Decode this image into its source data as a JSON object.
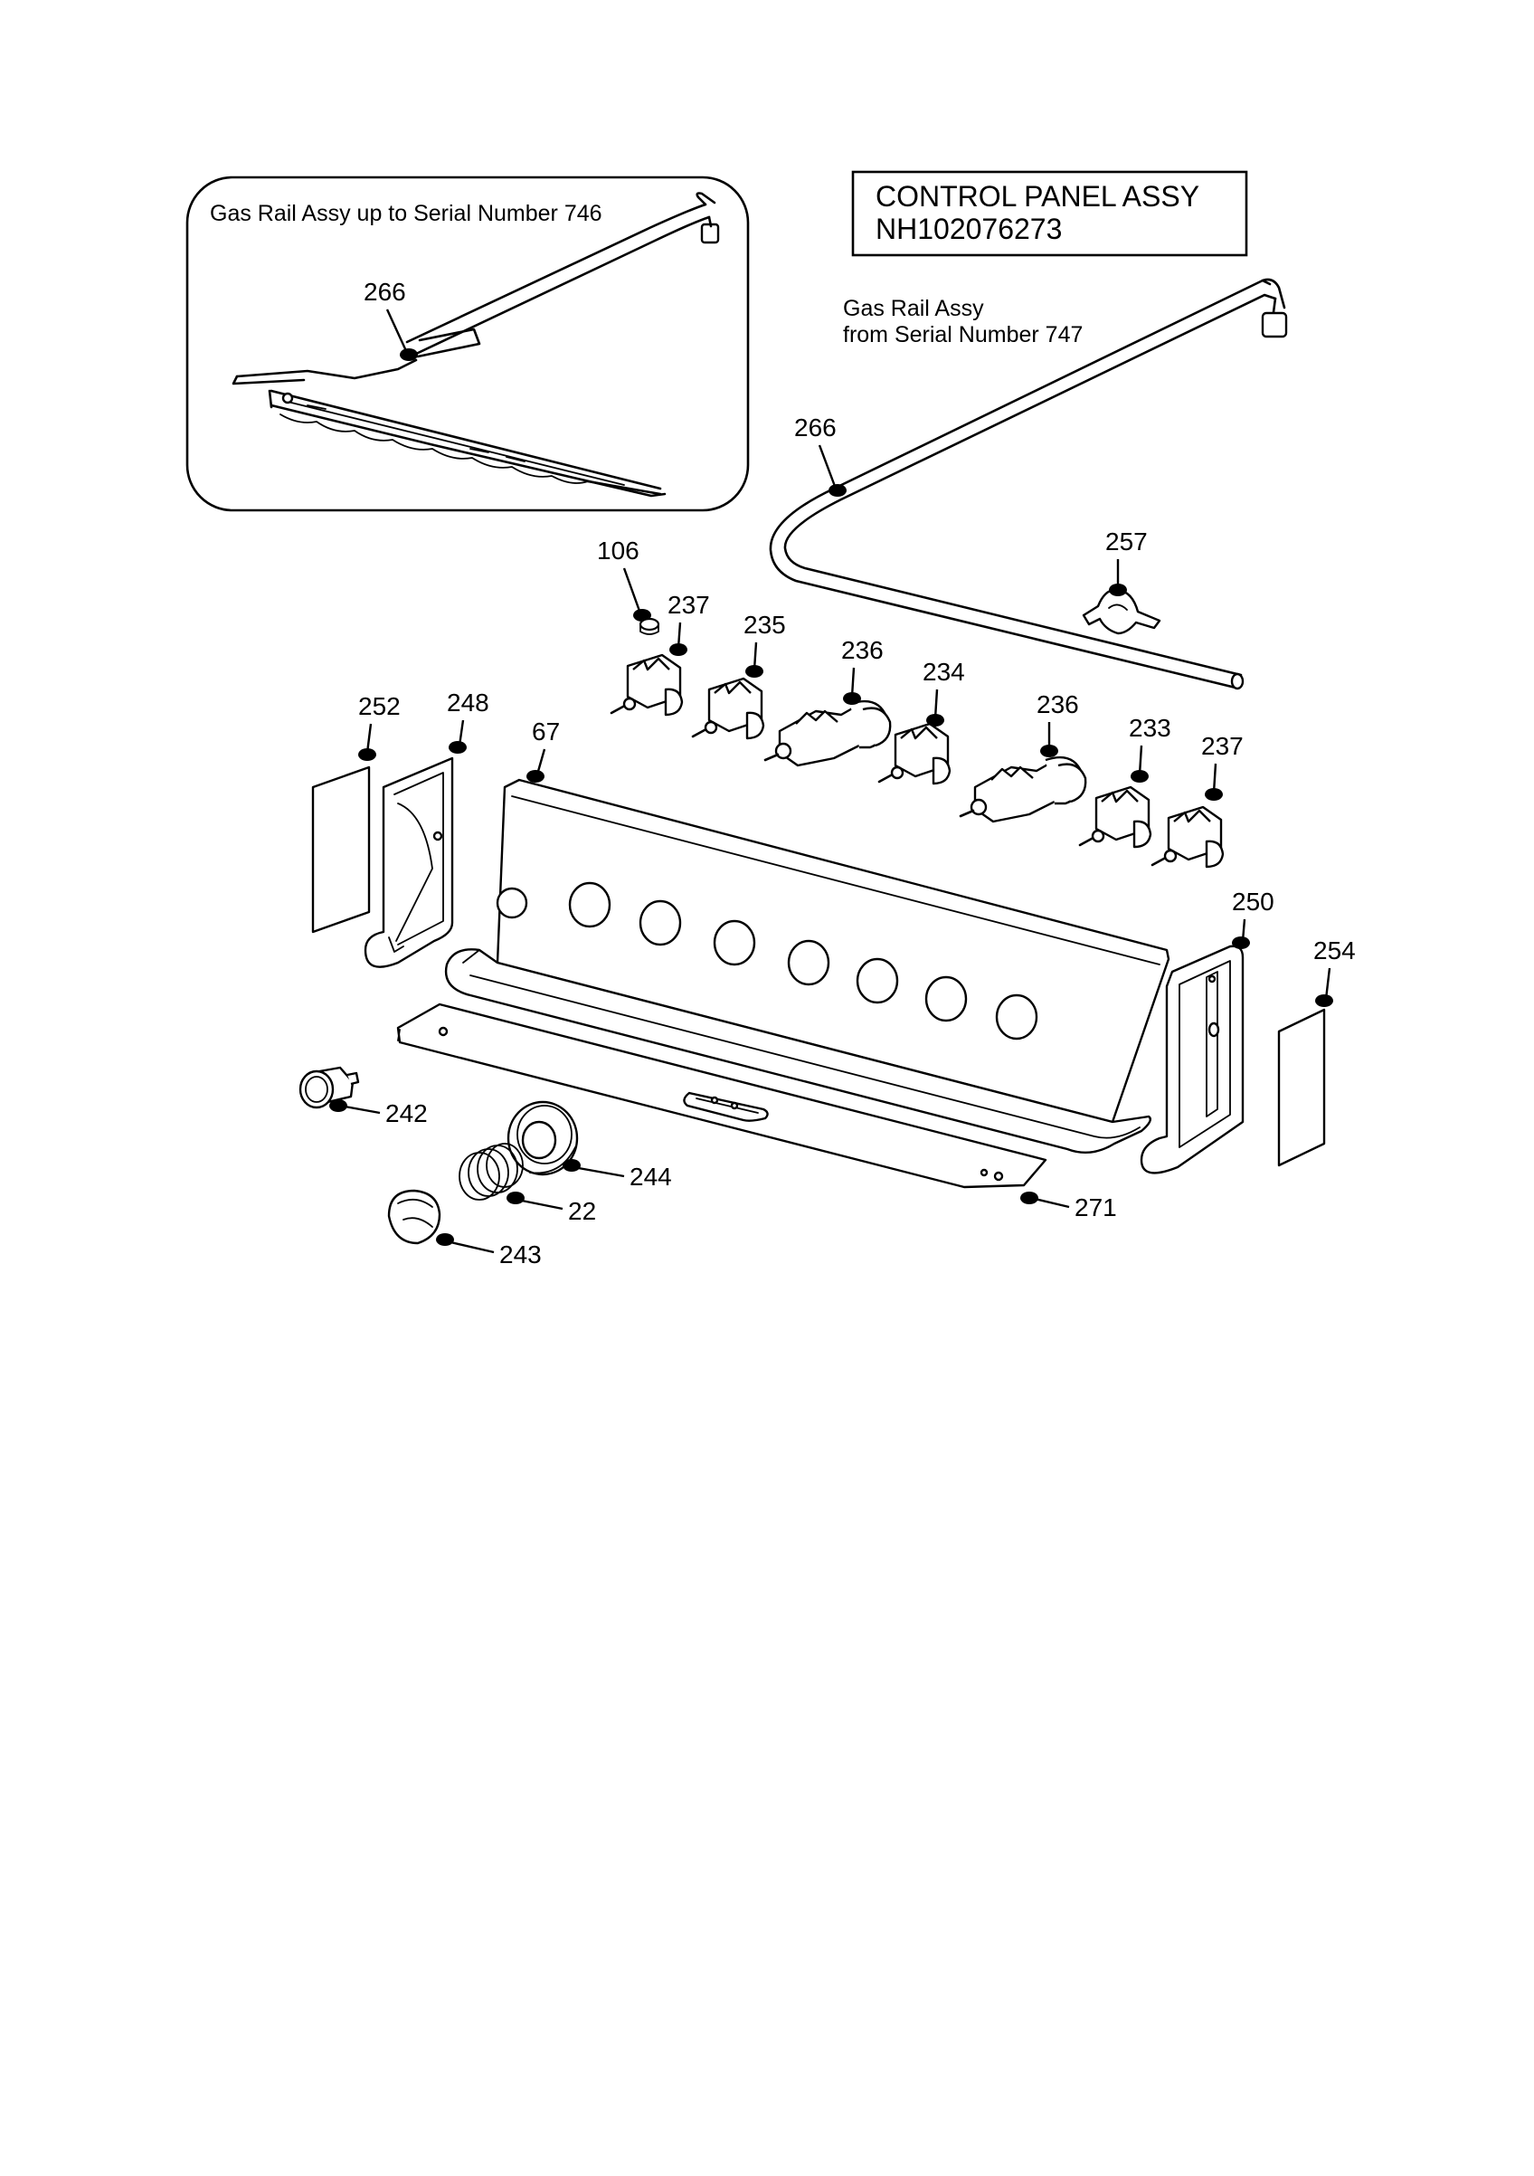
{
  "title_box": {
    "line1": "CONTROL PANEL ASSY",
    "line2": "NH102076273"
  },
  "inset": {
    "caption": "Gas Rail Assy up to Serial Number 746",
    "part_label": "266"
  },
  "rail_caption": {
    "line1": "Gas Rail Assy",
    "line2": "from Serial Number 747"
  },
  "labels": {
    "p266": "266",
    "p257": "257",
    "p106": "106",
    "p237a": "237",
    "p235": "235",
    "p236a": "236",
    "p234": "234",
    "p236b": "236",
    "p233": "233",
    "p237b": "237",
    "p252": "252",
    "p248": "248",
    "p67": "67",
    "p250": "250",
    "p254": "254",
    "p242": "242",
    "p244": "244",
    "p22": "22",
    "p243": "243",
    "p271": "271"
  }
}
